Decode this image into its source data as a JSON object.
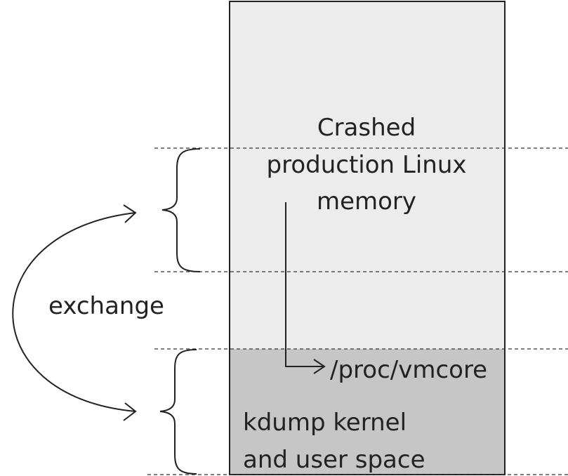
{
  "labels": {
    "crashed_line1": "Crashed",
    "crashed_line2": "production Linux",
    "crashed_line3": "memory",
    "vmcore": "/proc/vmcore",
    "kdump_line1": "kdump kernel",
    "kdump_line2": "and user space",
    "exchange": "exchange"
  },
  "colors": {
    "upper_region": "#ececec",
    "lower_region": "#c6c6c6",
    "stroke": "#222222"
  }
}
